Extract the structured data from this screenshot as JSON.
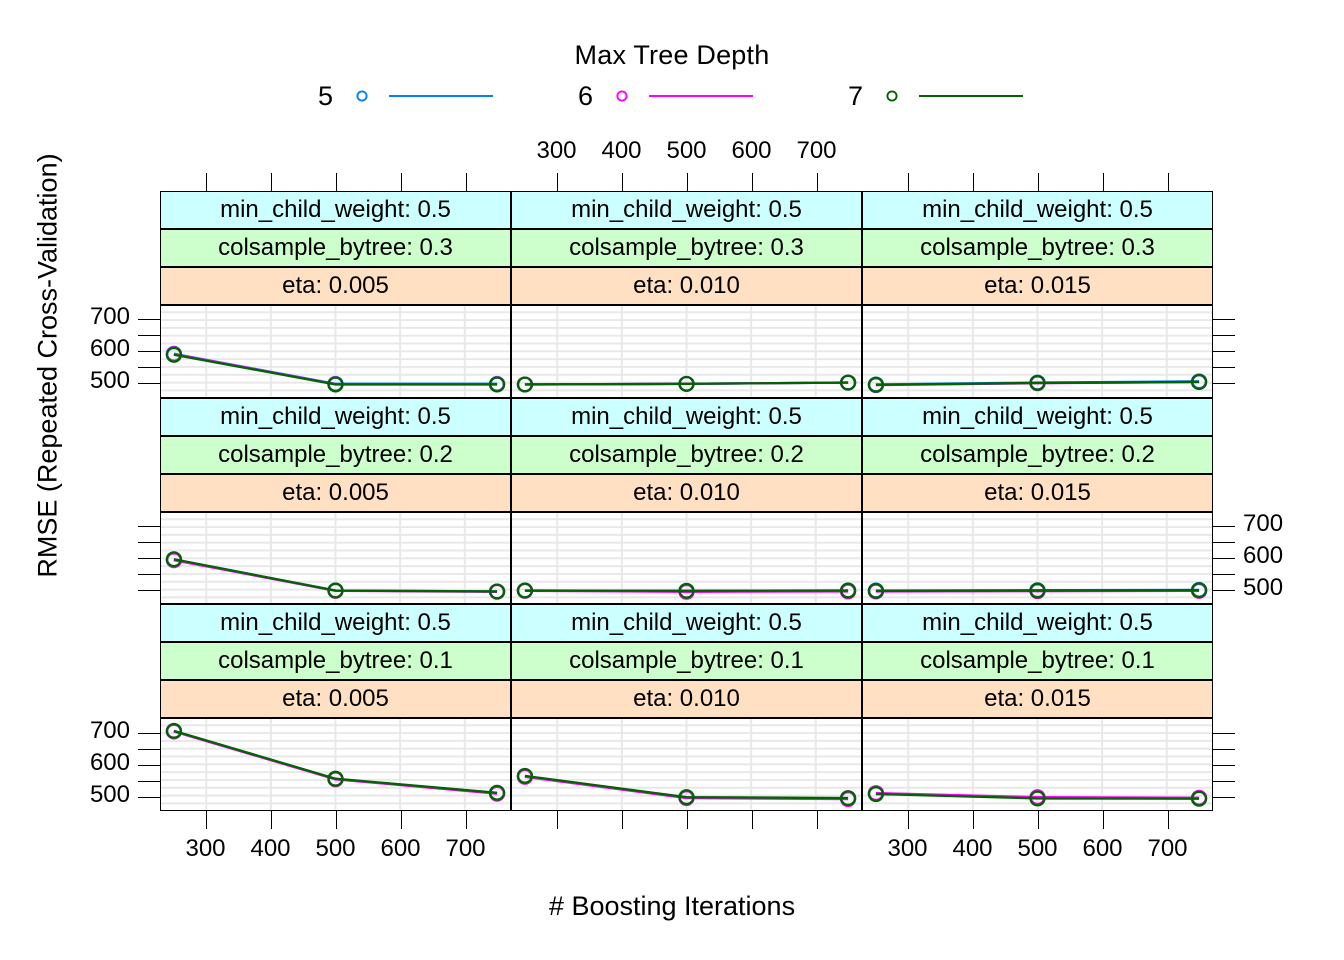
{
  "legend": {
    "title": "Max Tree Depth",
    "entries": [
      {
        "label": "5",
        "color": "#0080ff",
        "symbol": "open-circle"
      },
      {
        "label": "6",
        "color": "#ff00ff",
        "symbol": "open-circle"
      },
      {
        "label": "7",
        "color": "#006400",
        "symbol": "open-circle"
      }
    ]
  },
  "axes": {
    "xlabel": "# Boosting Iterations",
    "ylabel": "RMSE (Repeated Cross-Validation)",
    "x_ticks": [
      300,
      400,
      500,
      600,
      700
    ],
    "x_tick_labels": [
      "300",
      "400",
      "500",
      "600",
      "700"
    ],
    "y_ticks": [
      500,
      600,
      700
    ],
    "y_tick_labels": [
      "500",
      "600",
      "700"
    ],
    "xlim": [
      230,
      770
    ],
    "ylim": [
      455,
      745
    ],
    "top_axis_column": 2,
    "bottom_axis_columns": [
      1,
      3
    ],
    "left_axis_rows": [
      1,
      3
    ],
    "right_axis_row": 2
  },
  "strip_colors": {
    "min_child_weight": "#ccffff",
    "colsample_bytree": "#ccffcc",
    "eta": "#ffe0c2"
  },
  "panels": [
    {
      "row": 1,
      "col": 1,
      "strips": [
        "min_child_weight: 0.5",
        "colsample_bytree: 0.3",
        "eta: 0.005"
      ]
    },
    {
      "row": 1,
      "col": 2,
      "strips": [
        "min_child_weight: 0.5",
        "colsample_bytree: 0.3",
        "eta: 0.010"
      ]
    },
    {
      "row": 1,
      "col": 3,
      "strips": [
        "min_child_weight: 0.5",
        "colsample_bytree: 0.3",
        "eta: 0.015"
      ]
    },
    {
      "row": 2,
      "col": 1,
      "strips": [
        "min_child_weight: 0.5",
        "colsample_bytree: 0.2",
        "eta: 0.005"
      ]
    },
    {
      "row": 2,
      "col": 2,
      "strips": [
        "min_child_weight: 0.5",
        "colsample_bytree: 0.2",
        "eta: 0.010"
      ]
    },
    {
      "row": 2,
      "col": 3,
      "strips": [
        "min_child_weight: 0.5",
        "colsample_bytree: 0.2",
        "eta: 0.015"
      ]
    },
    {
      "row": 3,
      "col": 1,
      "strips": [
        "min_child_weight: 0.5",
        "colsample_bytree: 0.1",
        "eta: 0.005"
      ]
    },
    {
      "row": 3,
      "col": 2,
      "strips": [
        "min_child_weight: 0.5",
        "colsample_bytree: 0.1",
        "eta: 0.010"
      ]
    },
    {
      "row": 3,
      "col": 3,
      "strips": [
        "min_child_weight: 0.5",
        "colsample_bytree: 0.1",
        "eta: 0.015"
      ]
    }
  ],
  "chart_data": {
    "type": "line",
    "title": "Max Tree Depth",
    "xlabel": "# Boosting Iterations",
    "ylabel": "RMSE (Repeated Cross-Validation)",
    "xlim": [
      230,
      770
    ],
    "ylim": [
      455,
      745
    ],
    "grid": true,
    "legend_position": "top",
    "x": [
      250,
      500,
      750
    ],
    "facet_rows": [
      "colsample_bytree: 0.3",
      "colsample_bytree: 0.2",
      "colsample_bytree: 0.1"
    ],
    "facet_cols": [
      "eta: 0.005",
      "eta: 0.010",
      "eta: 0.015"
    ],
    "panels": [
      {
        "row": 1,
        "col": 1,
        "strips": [
          "min_child_weight: 0.5",
          "colsample_bytree: 0.3",
          "eta: 0.005"
        ],
        "series": [
          {
            "name": "5",
            "color": "#0080ff",
            "values": [
              592,
              496,
              496
            ]
          },
          {
            "name": "6",
            "color": "#ff00ff",
            "values": [
              591,
              495,
              495
            ]
          },
          {
            "name": "7",
            "color": "#006400",
            "values": [
              589,
              494,
              494
            ]
          }
        ]
      },
      {
        "row": 1,
        "col": 2,
        "strips": [
          "min_child_weight: 0.5",
          "colsample_bytree: 0.3",
          "eta: 0.010"
        ],
        "series": [
          {
            "name": "5",
            "color": "#0080ff",
            "values": [
              494,
              496,
              500
            ]
          },
          {
            "name": "6",
            "color": "#ff00ff",
            "values": [
              494,
              496,
              500
            ]
          },
          {
            "name": "7",
            "color": "#006400",
            "values": [
              494,
              496,
              500
            ]
          }
        ]
      },
      {
        "row": 1,
        "col": 3,
        "strips": [
          "min_child_weight: 0.5",
          "colsample_bytree: 0.3",
          "eta: 0.015"
        ],
        "series": [
          {
            "name": "5",
            "color": "#0080ff",
            "values": [
              494,
              500,
              504
            ]
          },
          {
            "name": "6",
            "color": "#ff00ff",
            "values": [
              492,
              498,
              502
            ]
          },
          {
            "name": "7",
            "color": "#006400",
            "values": [
              493,
              499,
              502
            ]
          }
        ]
      },
      {
        "row": 2,
        "col": 1,
        "strips": [
          "min_child_weight: 0.5",
          "colsample_bytree: 0.2",
          "eta: 0.005"
        ],
        "series": [
          {
            "name": "5",
            "color": "#0080ff",
            "values": [
              596,
              497,
              494
            ]
          },
          {
            "name": "6",
            "color": "#ff00ff",
            "values": [
              594,
              496,
              493
            ]
          },
          {
            "name": "7",
            "color": "#006400",
            "values": [
              597,
              497,
              494
            ]
          }
        ]
      },
      {
        "row": 2,
        "col": 2,
        "strips": [
          "min_child_weight: 0.5",
          "colsample_bytree: 0.2",
          "eta: 0.010"
        ],
        "series": [
          {
            "name": "5",
            "color": "#0080ff",
            "values": [
              497,
              496,
              497
            ]
          },
          {
            "name": "6",
            "color": "#ff00ff",
            "values": [
              496,
              493,
              494
            ]
          },
          {
            "name": "7",
            "color": "#006400",
            "values": [
              497,
              496,
              497
            ]
          }
        ]
      },
      {
        "row": 2,
        "col": 3,
        "strips": [
          "min_child_weight: 0.5",
          "colsample_bytree: 0.2",
          "eta: 0.015"
        ],
        "series": [
          {
            "name": "5",
            "color": "#0080ff",
            "values": [
              497,
              498,
              499
            ]
          },
          {
            "name": "6",
            "color": "#ff00ff",
            "values": [
              494,
              495,
              496
            ]
          },
          {
            "name": "7",
            "color": "#006400",
            "values": [
              496,
              497,
              498
            ]
          }
        ]
      },
      {
        "row": 3,
        "col": 1,
        "strips": [
          "min_child_weight: 0.5",
          "colsample_bytree: 0.1",
          "eta: 0.005"
        ],
        "series": [
          {
            "name": "5",
            "color": "#0080ff",
            "values": [
              706,
              553,
              508
            ]
          },
          {
            "name": "6",
            "color": "#ff00ff",
            "values": [
              705,
              552,
              506
            ]
          },
          {
            "name": "7",
            "color": "#006400",
            "values": [
              707,
              554,
              509
            ]
          }
        ]
      },
      {
        "row": 3,
        "col": 2,
        "strips": [
          "min_child_weight: 0.5",
          "colsample_bytree: 0.1",
          "eta: 0.010"
        ],
        "series": [
          {
            "name": "5",
            "color": "#0080ff",
            "values": [
              562,
              494,
              491
            ]
          },
          {
            "name": "6",
            "color": "#ff00ff",
            "values": [
              560,
              492,
              489
            ]
          },
          {
            "name": "7",
            "color": "#006400",
            "values": [
              563,
              495,
              492
            ]
          }
        ]
      },
      {
        "row": 3,
        "col": 3,
        "strips": [
          "min_child_weight: 0.5",
          "colsample_bytree: 0.1",
          "eta: 0.015"
        ],
        "series": [
          {
            "name": "5",
            "color": "#0080ff",
            "values": [
              507,
              494,
              492
            ]
          },
          {
            "name": "6",
            "color": "#ff00ff",
            "values": [
              508,
              495,
              493
            ]
          },
          {
            "name": "7",
            "color": "#006400",
            "values": [
              505,
              491,
              490
            ]
          }
        ]
      }
    ]
  }
}
